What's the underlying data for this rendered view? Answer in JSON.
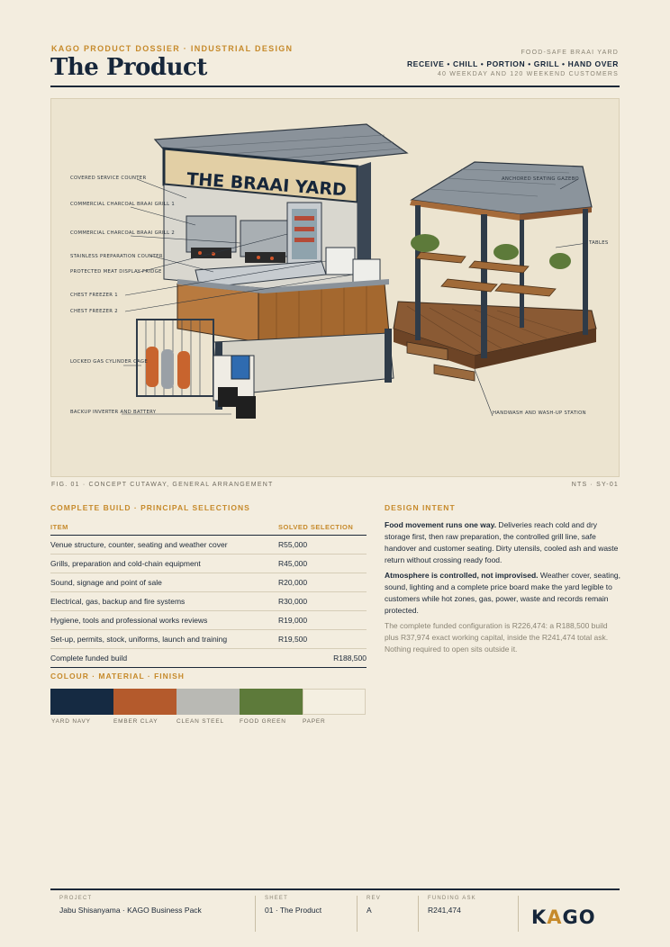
{
  "header": {
    "kicker": "KAGO PRODUCT DOSSIER · INDUSTRIAL DESIGN",
    "title": "The Product",
    "right_line1": "FOOD-SAFE BRAAI YARD",
    "right_line2": "RECEIVE • CHILL • PORTION • GRILL • HAND OVER",
    "right_line3": "40 WEEKDAY AND 120 WEEKEND CUSTOMERS"
  },
  "figure": {
    "sign": "THE BRAAI YARD",
    "labels_left": [
      "COVERED SERVICE COUNTER",
      "COMMERCIAL CHARCOAL BRAAI GRILL 1",
      "COMMERCIAL CHARCOAL BRAAI GRILL 2",
      "STAINLESS PREPARATION COUNTER",
      "PROTECTED MEAT DISPLAY FRIDGE",
      "CHEST FREEZER 1",
      "CHEST FREEZER 2",
      "LOCKED GAS CYLINDER CAGE",
      "BACKUP INVERTER AND BATTERY"
    ],
    "labels_right": [
      "ANCHORED SEATING GAZEBO",
      "TABLES",
      "HANDWASH AND WASH-UP STATION"
    ],
    "caption_left": "FIG. 01 · CONCEPT CUTAWAY, GENERAL ARRANGEMENT",
    "caption_right": "NTS · SY-01"
  },
  "build": {
    "heading": "COMPLETE BUILD · PRINCIPAL SELECTIONS",
    "col_item": "ITEM",
    "col_sel": "SOLVED SELECTION",
    "rows": [
      {
        "item": "Venue structure, counter, seating and weather cover",
        "value": "R55,000"
      },
      {
        "item": "Grills, preparation and cold-chain equipment",
        "value": "R45,000"
      },
      {
        "item": "Sound, signage and point of sale",
        "value": "R20,000"
      },
      {
        "item": "Electrical, gas, backup and fire systems",
        "value": "R30,000"
      },
      {
        "item": "Hygiene, tools and professional works reviews",
        "value": "R19,000"
      },
      {
        "item": "Set-up, permits, stock, uniforms, launch and training",
        "value": "R19,500"
      }
    ],
    "total_label": "Complete funded build",
    "total_value": "R188,500"
  },
  "palette": {
    "heading": "COLOUR · MATERIAL · FINISH",
    "swatches": [
      {
        "name": "YARD NAVY",
        "color": "#152a42"
      },
      {
        "name": "EMBER CLAY",
        "color": "#b45a2c"
      },
      {
        "name": "CLEAN STEEL",
        "color": "#b9b9b4"
      },
      {
        "name": "FOOD GREEN",
        "color": "#5d7a3a"
      },
      {
        "name": "PAPER",
        "color": "#f4efe1"
      }
    ]
  },
  "intent": {
    "heading": "DESIGN INTENT",
    "p1_bold": "Food movement runs one way.",
    "p1_text": " Deliveries reach cold and dry storage first, then raw preparation, the controlled grill line, safe handover and customer seating. Dirty utensils, cooled ash and waste return without crossing ready food.",
    "p2_bold": "Atmosphere is controlled, not improvised.",
    "p2_text": " Weather cover, seating, sound, lighting and a complete price board make the yard legible to customers while hot zones, gas, power, waste and records remain protected.",
    "p3": "The complete funded configuration is R226,474: a R188,500 build plus R37,974 exact working capital, inside the R241,474 total ask. Nothing required to open sits outside it."
  },
  "footer": {
    "project_label": "PROJECT",
    "project_value": "Jabu Shisanyama · KAGO Business Pack",
    "sheet_label": "SHEET",
    "sheet_value": "01 · The Product",
    "rev_label": "REV",
    "rev_value": "A",
    "ask_label": "FUNDING ASK",
    "ask_value": "R241,474",
    "logo_k": "K",
    "logo_a": "A",
    "logo_go": "GO"
  }
}
